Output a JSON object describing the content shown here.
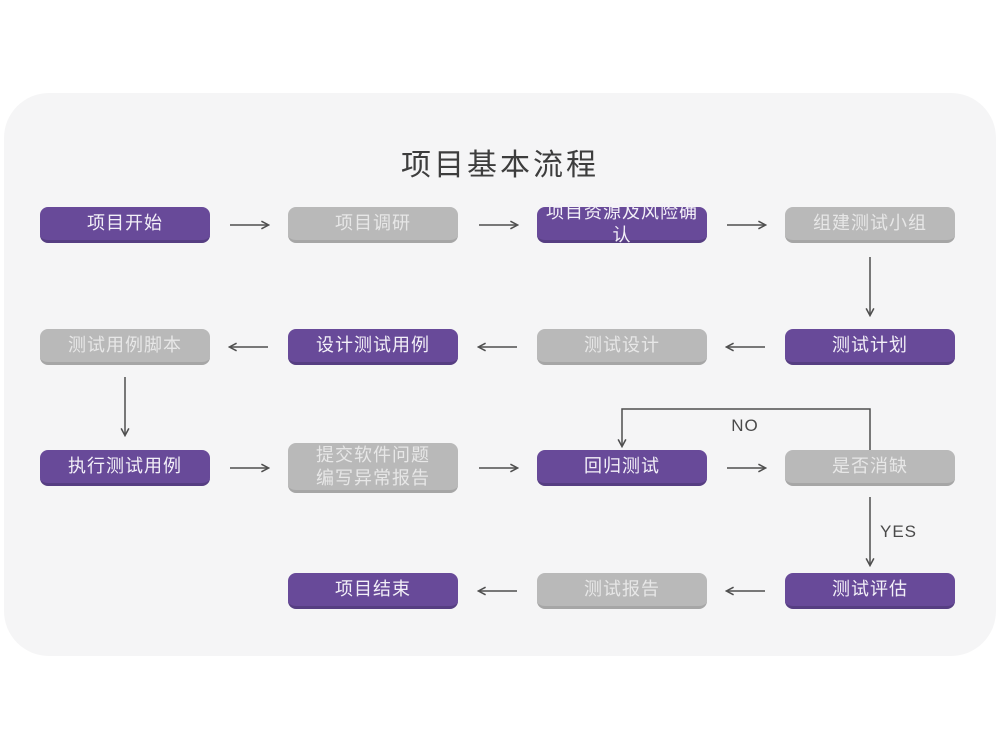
{
  "title": "项目基本流程",
  "edge_labels": {
    "no": "NO",
    "yes": "YES"
  },
  "colors": {
    "purple_node": "#684a99",
    "purple_node_bottom_edge": "#563e82",
    "gray_node": "#b9b9b9",
    "gray_node_bottom_edge": "#a6a6a6",
    "card_background": "#f5f5f6",
    "page_background": "#ffffff",
    "arrow": "#4f4f4f",
    "title_text": "#3d3d3d"
  },
  "nodes": [
    {
      "id": "project-start",
      "label": "项目开始",
      "variant": "purple"
    },
    {
      "id": "project-research",
      "label": "项目调研",
      "variant": "gray"
    },
    {
      "id": "resources-and-risk",
      "label": "项目资源及风险确认",
      "variant": "purple"
    },
    {
      "id": "build-test-team",
      "label": "组建测试小组",
      "variant": "gray"
    },
    {
      "id": "test-case-script",
      "label": "测试用例脚本",
      "variant": "gray"
    },
    {
      "id": "design-test-case",
      "label": "设计测试用例",
      "variant": "purple"
    },
    {
      "id": "test-design",
      "label": "测试设计",
      "variant": "gray"
    },
    {
      "id": "test-plan",
      "label": "测试计划",
      "variant": "purple"
    },
    {
      "id": "execute-test-case",
      "label": "执行测试用例",
      "variant": "purple"
    },
    {
      "id": "submit-issue-report",
      "label": "提交软件问题\n编写异常报告",
      "variant": "gray"
    },
    {
      "id": "regression-test",
      "label": "回归测试",
      "variant": "purple"
    },
    {
      "id": "defect-cleared",
      "label": "是否消缺",
      "variant": "gray"
    },
    {
      "id": "project-end",
      "label": "项目结束",
      "variant": "purple"
    },
    {
      "id": "test-report",
      "label": "测试报告",
      "variant": "gray"
    },
    {
      "id": "test-evaluation",
      "label": "测试评估",
      "variant": "purple"
    }
  ],
  "edges": [
    {
      "from": "project-start",
      "to": "project-research"
    },
    {
      "from": "project-research",
      "to": "resources-and-risk"
    },
    {
      "from": "resources-and-risk",
      "to": "build-test-team"
    },
    {
      "from": "build-test-team",
      "to": "test-plan"
    },
    {
      "from": "test-plan",
      "to": "test-design"
    },
    {
      "from": "test-design",
      "to": "design-test-case"
    },
    {
      "from": "design-test-case",
      "to": "test-case-script"
    },
    {
      "from": "test-case-script",
      "to": "execute-test-case"
    },
    {
      "from": "execute-test-case",
      "to": "submit-issue-report"
    },
    {
      "from": "submit-issue-report",
      "to": "regression-test"
    },
    {
      "from": "regression-test",
      "to": "defect-cleared"
    },
    {
      "from": "defect-cleared",
      "to": "regression-test",
      "label": "NO"
    },
    {
      "from": "defect-cleared",
      "to": "test-evaluation",
      "label": "YES"
    },
    {
      "from": "test-evaluation",
      "to": "test-report"
    },
    {
      "from": "test-report",
      "to": "project-end"
    }
  ]
}
